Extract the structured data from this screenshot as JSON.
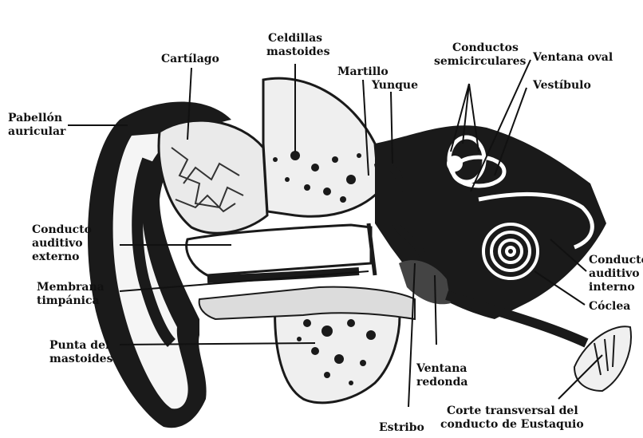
{
  "title": "",
  "labels": {
    "cartilago": "Cartílago",
    "celdillas_1": "Celdillas",
    "celdillas_2": "mastoides",
    "conductos_1": "Conductos",
    "conductos_2": "semicirculares",
    "ventana_oval": "Ventana oval",
    "martillo": "Martillo",
    "yunque": "Yunque",
    "vestibulo": "Vestíbulo",
    "pabellon_1": "Pabellón",
    "pabellon_2": "auricular",
    "conducto_ext_1": "Conducto",
    "conducto_ext_2": "auditivo",
    "conducto_ext_3": "externo",
    "membrana_1": "Membrana",
    "membrana_2": "timpánica",
    "conducto_int_1": "Conducto",
    "conducto_int_2": "auditivo",
    "conducto_int_3": "interno",
    "coclea": "Cóclea",
    "punta_1": "Punta del",
    "punta_2": "mastoides",
    "ventana_red_1": "Ventana",
    "ventana_red_2": "redonda",
    "corte_1": "Corte transversal del",
    "corte_2": "conducto de Eustaquio",
    "estribo": "Estribo"
  }
}
